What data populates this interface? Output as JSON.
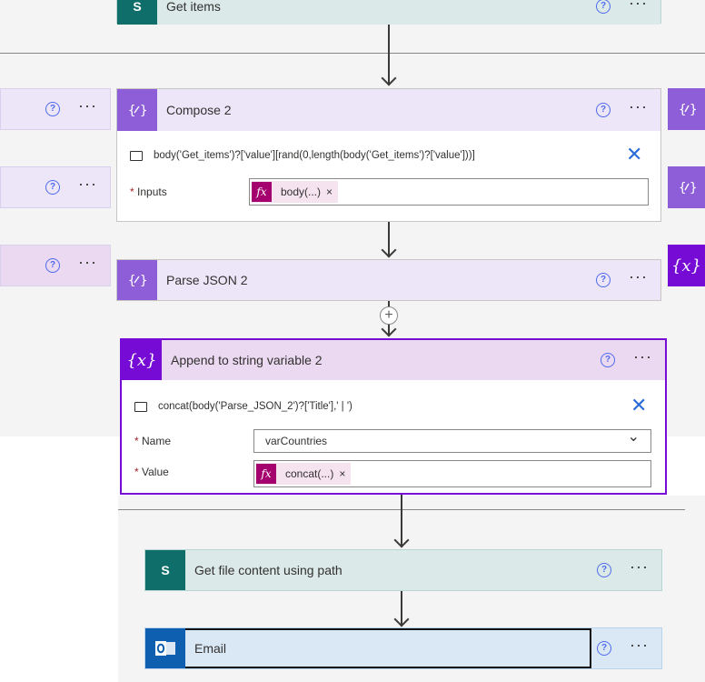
{
  "steps": {
    "get_items": {
      "title": "Get items",
      "icon": "sharepoint-icon",
      "icon_letter": "S"
    },
    "compose2": {
      "title": "Compose 2",
      "icon": "compose-icon",
      "expression": "body('Get_items')?['value'][rand(0,length(body('Get_items')?['value']))]",
      "inputs_label": "Inputs",
      "inputs_token": "body(...)",
      "fx": "fx",
      "required_mark": "*"
    },
    "parse_json2": {
      "title": "Parse JSON 2",
      "icon": "parse-json-icon"
    },
    "append_var2": {
      "title": "Append to string variable 2",
      "icon": "variable-icon",
      "icon_text": "{x}",
      "expression": "concat(body('Parse_JSON_2')?['Title'],' | ')",
      "name_label": "Name",
      "name_value": "varCountries",
      "value_label": "Value",
      "value_token": "concat(...)",
      "fx": "fx",
      "required_mark": "*"
    },
    "get_file": {
      "title": "Get file content using path",
      "icon": "sharepoint-icon",
      "icon_letter": "S"
    },
    "email": {
      "title": "Email",
      "icon": "outlook-icon"
    }
  },
  "common": {
    "help": "?",
    "more": "···",
    "close": "✕",
    "remove": "×",
    "plus": "+",
    "chevron": "⌄"
  },
  "colors": {
    "compose_purple": "#8d5ed8",
    "variable_purple": "#770bd6",
    "sharepoint_teal": "#0f6e6a",
    "outlook_blue": "#0f5fb0",
    "token_magenta": "#a4006e",
    "link_blue": "#4f6bed"
  }
}
